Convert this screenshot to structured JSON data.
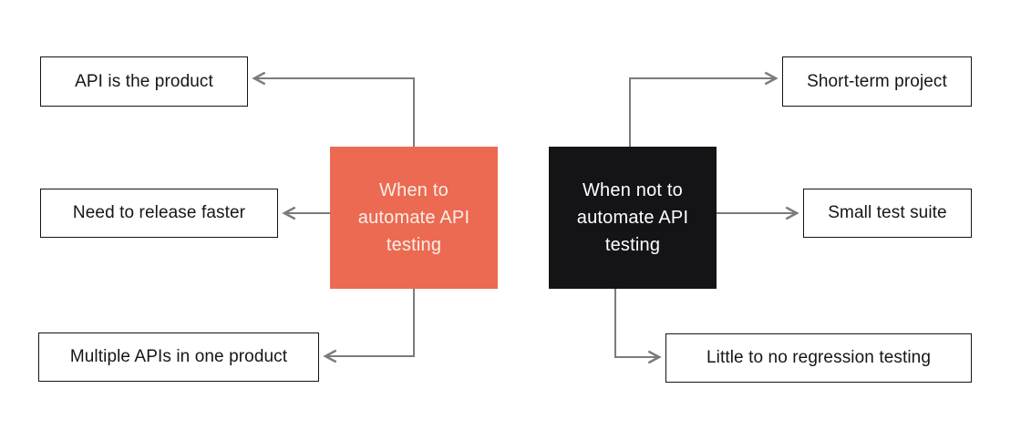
{
  "diagram": {
    "type": "flowchart",
    "colors": {
      "background": "#ffffff",
      "connector": "#7b7b7b",
      "side_node_border": "#141414",
      "side_node_text": "#161616",
      "when_node_bg": "#ec6a52",
      "when_node_text": "#faeee9",
      "when_not_node_bg": "#141417",
      "when_not_node_text": "#ffffff"
    },
    "when": {
      "label": "When to\nautomate API\ntesting",
      "reasons": [
        "API is the product",
        "Need to release faster",
        "Multiple APIs in one product"
      ]
    },
    "when_not": {
      "label": "When not to\nautomate API\ntesting",
      "reasons": [
        "Short-term project",
        "Small test suite",
        "Little to no regression testing"
      ]
    },
    "edges": [
      {
        "from": "when-to-automate",
        "to": "api-is-the-product"
      },
      {
        "from": "when-to-automate",
        "to": "need-to-release-faster"
      },
      {
        "from": "when-to-automate",
        "to": "multiple-apis-in-one-product"
      },
      {
        "from": "when-not-to-automate",
        "to": "short-term-project"
      },
      {
        "from": "when-not-to-automate",
        "to": "small-test-suite"
      },
      {
        "from": "when-not-to-automate",
        "to": "little-to-no-regression-testing"
      }
    ]
  }
}
